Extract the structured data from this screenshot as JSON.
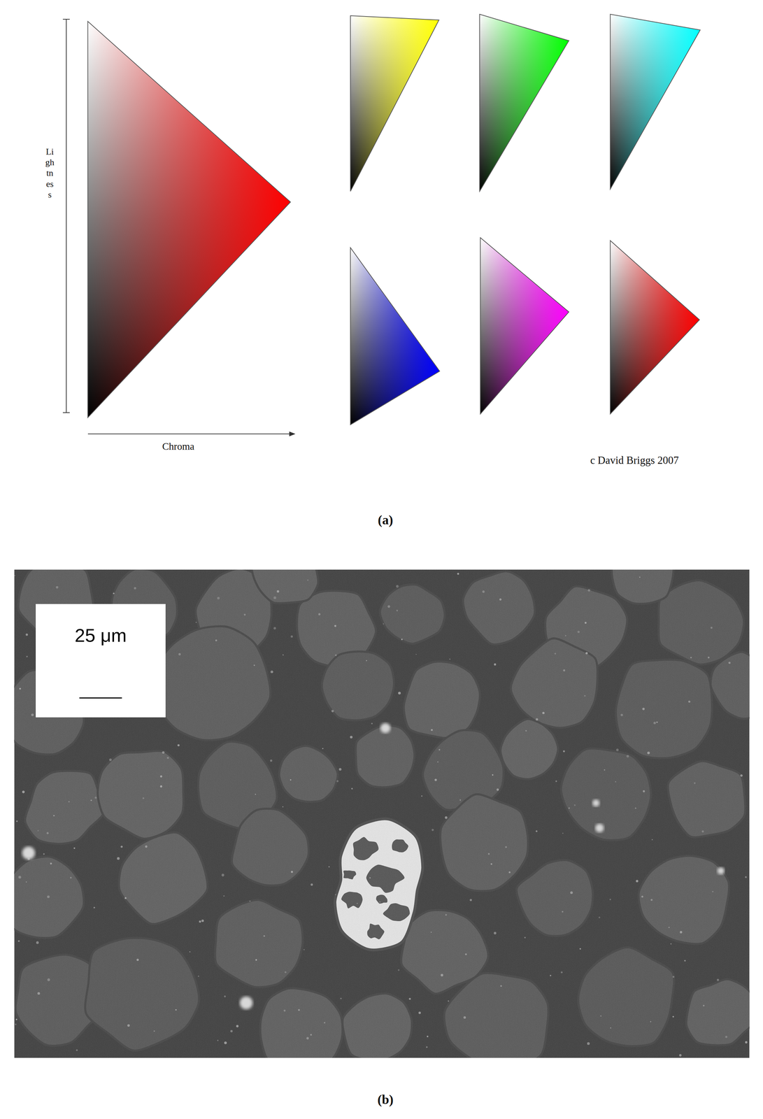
{
  "diagram": {
    "nodes": [
      {
        "text": [
          "25 μm"
        ]
      }
    ],
    "labels": [
      "Lightness",
      "Chroma",
      "c David Briggs 2007",
      "(a)",
      "(b)"
    ]
  }
}
